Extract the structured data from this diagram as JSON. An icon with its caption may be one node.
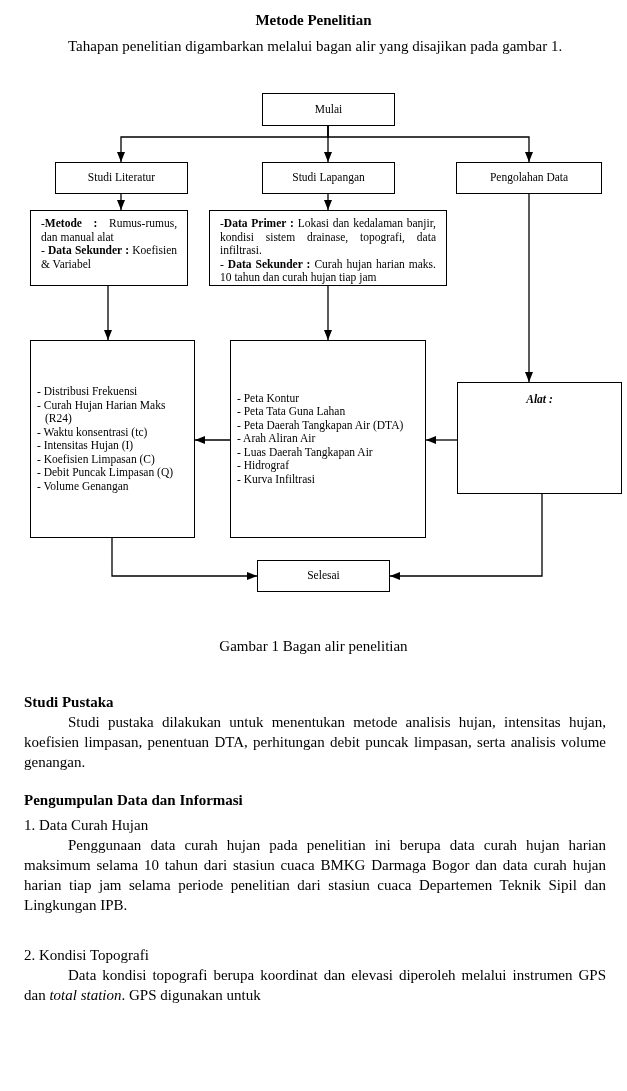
{
  "diagram": {
    "title": "Metode Penelitian",
    "caption": "Gambar 1 Bagan alir penelitian",
    "nodes": [
      {
        "text": [
          "Mulai"
        ]
      },
      {
        "text": [
          "Studi Literatur"
        ]
      },
      {
        "text": [
          "Studi Lapangan"
        ]
      },
      {
        "text": [
          "Pengolahan Data"
        ]
      },
      {
        "text": [
          "-**Metode :** Rumus-rumus, dan manual alat",
          "- **Data Sekunder :** Koefisien & Variabel"
        ]
      },
      {
        "text": [
          "-**Data Primer :** Lokasi dan kedalaman banjir, kondisi sistem drainase, topografi, data infiltrasi.",
          "- **Data Sekunder :** Curah hujan harian maks. 10 tahun dan curah hujan tiap jam"
        ]
      },
      {
        "text": [
          "- Distribusi Frekuensi",
          "- Curah Hujan Harian Maks (R24)",
          "- Waktu konsentrasi (tc)",
          "- Intensitas Hujan (I)",
          "- Koefisien Limpasan (C)",
          "- Debit Puncak Limpasan (Q)",
          "- Volume Genangan"
        ]
      },
      {
        "text": [
          "- Peta Kontur",
          "- Peta Tata Guna Lahan",
          "- Peta Daerah Tangkapan Air (DTA)",
          "- Arah Aliran Air",
          "- Luas Daerah Tangkapan Air",
          "- Hidrograf",
          "- Kurva Infiltrasi"
        ]
      },
      {
        "text": [
          "Alat :"
        ]
      },
      {
        "text": [
          "Selesai"
        ]
      }
    ],
    "edges": [
      {
        "from": 0,
        "to": 1,
        "arrow": "to"
      },
      {
        "from": 0,
        "to": 2,
        "arrow": "to"
      },
      {
        "from": 0,
        "to": 3,
        "arrow": "to"
      },
      {
        "from": 1,
        "to": 4,
        "arrow": "to"
      },
      {
        "from": 2,
        "to": 5,
        "arrow": "to"
      },
      {
        "from": 3,
        "to": 8,
        "arrow": "to"
      },
      {
        "from": 4,
        "to": 6,
        "arrow": "to"
      },
      {
        "from": 5,
        "to": 7,
        "arrow": "to"
      },
      {
        "from": 7,
        "to": 6,
        "arrow": "to"
      },
      {
        "from": 8,
        "to": 7,
        "arrow": "to"
      },
      {
        "from": 6,
        "to": 9,
        "arrow": "to"
      },
      {
        "from": 8,
        "to": 9,
        "arrow": "to"
      }
    ],
    "labels": [
      "Tahapan penelitian digambarkan melalui bagan alir yang disajikan pada gambar 1.",
      "Studi Pustaka",
      "Studi pustaka dilakukan untuk menentukan metode analisis hujan, intensitas hujan, koefisien limpasan, penentuan DTA, perhitungan debit puncak limpasan, serta analisis volume genangan.",
      "Pengumpulan Data dan Informasi",
      "1. Data Curah Hujan",
      "Penggunaan data curah hujan pada penelitian ini berupa data curah hujan harian maksimum selama 10 tahun dari stasiun cuaca BMKG Darmaga Bogor dan data curah hujan harian tiap jam selama periode penelitian dari stasiun cuaca Departemen Teknik Sipil dan Lingkungan IPB.",
      "2. Kondisi Topografi",
      "Data kondisi topografi berupa koordinat dan elevasi diperoleh melalui instrumen GPS dan *total station*. GPS digunakan untuk"
    ]
  }
}
